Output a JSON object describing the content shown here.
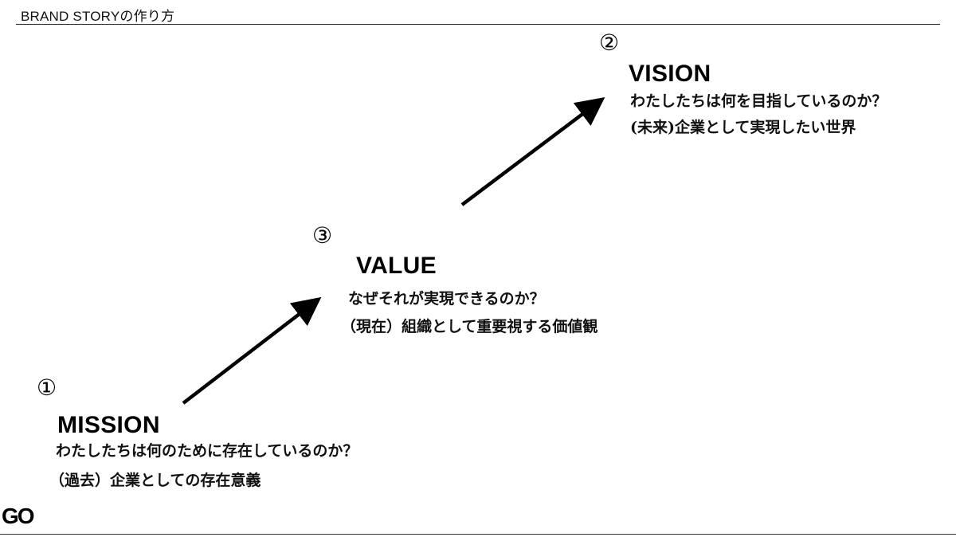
{
  "header": {
    "title": "BRAND STORYの作り方"
  },
  "mission": {
    "number": "①",
    "heading": "MISSION",
    "question": "わたしたちは何のために存在しているのか？",
    "description": "（過去）企業としての存在意義"
  },
  "value": {
    "number": "③",
    "heading": "VALUE",
    "question": "なぜそれが実現できるのか？",
    "description": "（現在）組織として重要視する価値観"
  },
  "vision": {
    "number": "②",
    "heading": "VISION",
    "question": "わたしたちは何を目指しているのか？",
    "description": "(未来)企業として実現したい世界"
  },
  "logo": {
    "text": "GO"
  },
  "colors": {
    "text": "#111111",
    "arrow": "#000000",
    "background": "#ffffff"
  }
}
